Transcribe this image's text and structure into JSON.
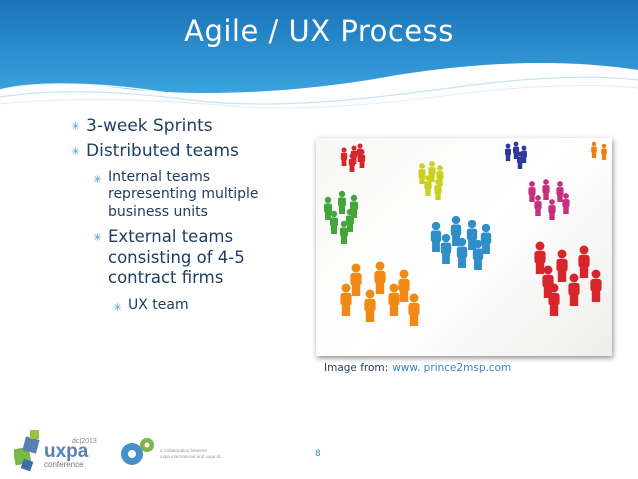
{
  "slide": {
    "title": "Agile / UX Process",
    "page_number": "8"
  },
  "bullets": {
    "b1": "3-week Sprints",
    "b2": "Distributed teams",
    "b3": "Internal teams representing multiple business units",
    "b4": "External teams consisting of 4-5 contract firms",
    "b5": "UX team"
  },
  "image": {
    "caption_label": "Image from:",
    "caption_link": "www. prince2msp.com"
  },
  "footer": {
    "conference_year": "dc|2013",
    "brand": "uxpa",
    "brand_sub": "conference",
    "collab_text": "a collaboration between uxpa international and uxpa dc"
  },
  "colors": {
    "header_blue": "#1e7fc2",
    "text_navy": "#1f3d62",
    "accent_blue": "#3a86c4"
  }
}
